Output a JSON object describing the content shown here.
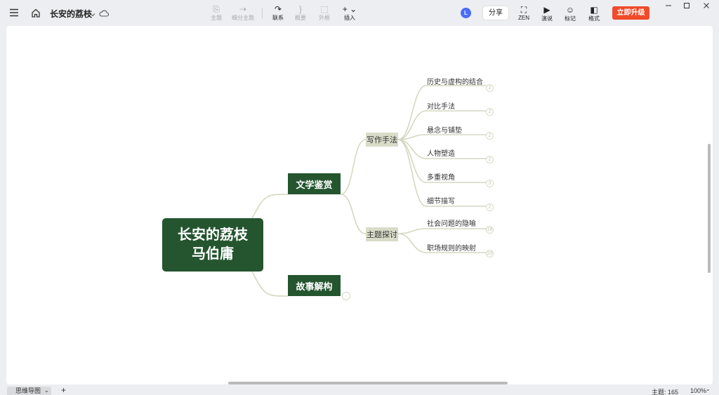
{
  "titlebar": {
    "doc_title": "长安的荔枝",
    "tools": [
      {
        "label": "主题",
        "glyph": "⎘",
        "active": false
      },
      {
        "label": "细分主题",
        "glyph": "⇢",
        "active": false
      },
      {
        "label": "联系",
        "glyph": "↷",
        "active": true
      },
      {
        "label": "概要",
        "glyph": "}",
        "active": false
      },
      {
        "label": "外框",
        "glyph": "⬚",
        "active": false
      },
      {
        "label": "插入",
        "glyph": "+ ⌄",
        "active": true
      }
    ],
    "avatar_letter": "L",
    "share_label": "分享",
    "right_tools": [
      {
        "label": "ZEN",
        "glyph": "⛶"
      },
      {
        "label": "演说",
        "glyph": "▶"
      },
      {
        "label": "标记",
        "glyph": "☺"
      },
      {
        "label": "格式",
        "glyph": "◧"
      }
    ],
    "upgrade_label": "立即升级"
  },
  "mindmap": {
    "root": {
      "line1": "长安的荔枝",
      "line2": "马伯庸"
    },
    "branch_appreciation": "文学鉴赏",
    "branch_structure": "故事解构",
    "sub_writing": "写作手法",
    "sub_theme": "主题探讨",
    "writing_items": [
      {
        "label": "历史与虚构的结合",
        "count": "2"
      },
      {
        "label": "对比手法",
        "count": "2"
      },
      {
        "label": "悬念与铺垫",
        "count": "2"
      },
      {
        "label": "人物塑造",
        "count": "2"
      },
      {
        "label": "多重视角",
        "count": "3"
      },
      {
        "label": "细节描写",
        "count": "2"
      }
    ],
    "theme_items": [
      {
        "label": "社会问题的隐喻",
        "count": "18"
      },
      {
        "label": "职场规则的映射",
        "count": "20"
      }
    ]
  },
  "statusbar": {
    "sheet_tab": "思维导图",
    "add_sheet": "+",
    "topic_count": "主题: 165",
    "zoom": "100%"
  },
  "colors": {
    "node_dark": "#24552f",
    "node_light": "#d8dcc8",
    "connector": "#d4d8c0",
    "upgrade": "#f04b2a",
    "avatar": "#4a6cf7"
  }
}
